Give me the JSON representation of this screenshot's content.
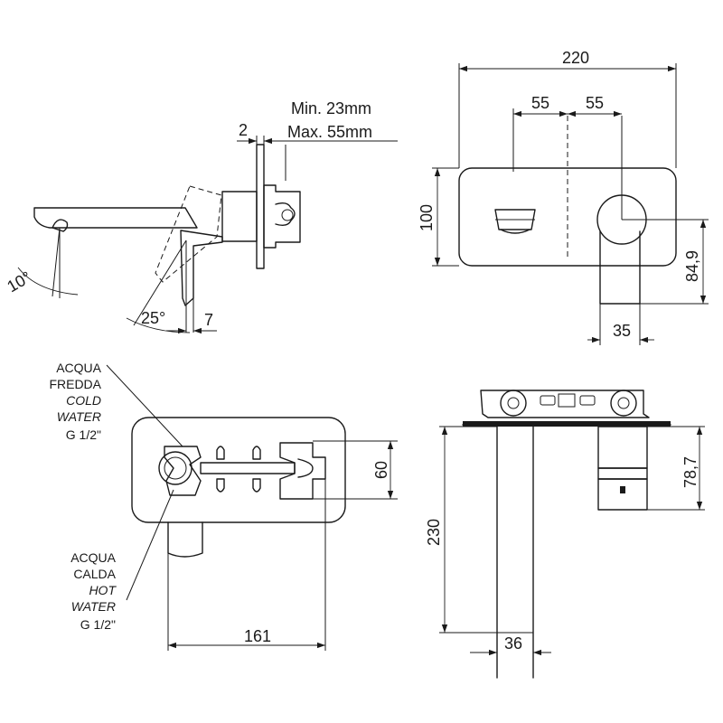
{
  "dimensions": {
    "top_side": {
      "projection": "2",
      "wall_min": "Min. 23mm",
      "wall_max": "Max. 55mm",
      "spout_angle": "10°",
      "lever_angle": "25°",
      "lever_offset": "7"
    },
    "top_front": {
      "plate_width": "220",
      "left_spacing": "55",
      "right_spacing": "55",
      "plate_height": "100",
      "spout_height": "84,9",
      "spout_width": "35"
    },
    "bottom_plan": {
      "spout_length": "161",
      "plate_depth": "60"
    },
    "bottom_body": {
      "body_height": "230",
      "outlet_width": "36",
      "lever_height": "78,7"
    }
  },
  "callouts": {
    "cold": {
      "line1": "ACQUA",
      "line2": "FREDDA",
      "line3": "COLD",
      "line4": "WATER",
      "line5": "G 1/2\""
    },
    "hot": {
      "line1": "ACQUA",
      "line2": "CALDA",
      "line3": "HOT",
      "line4": "WATER",
      "line5": "G 1/2\""
    }
  }
}
